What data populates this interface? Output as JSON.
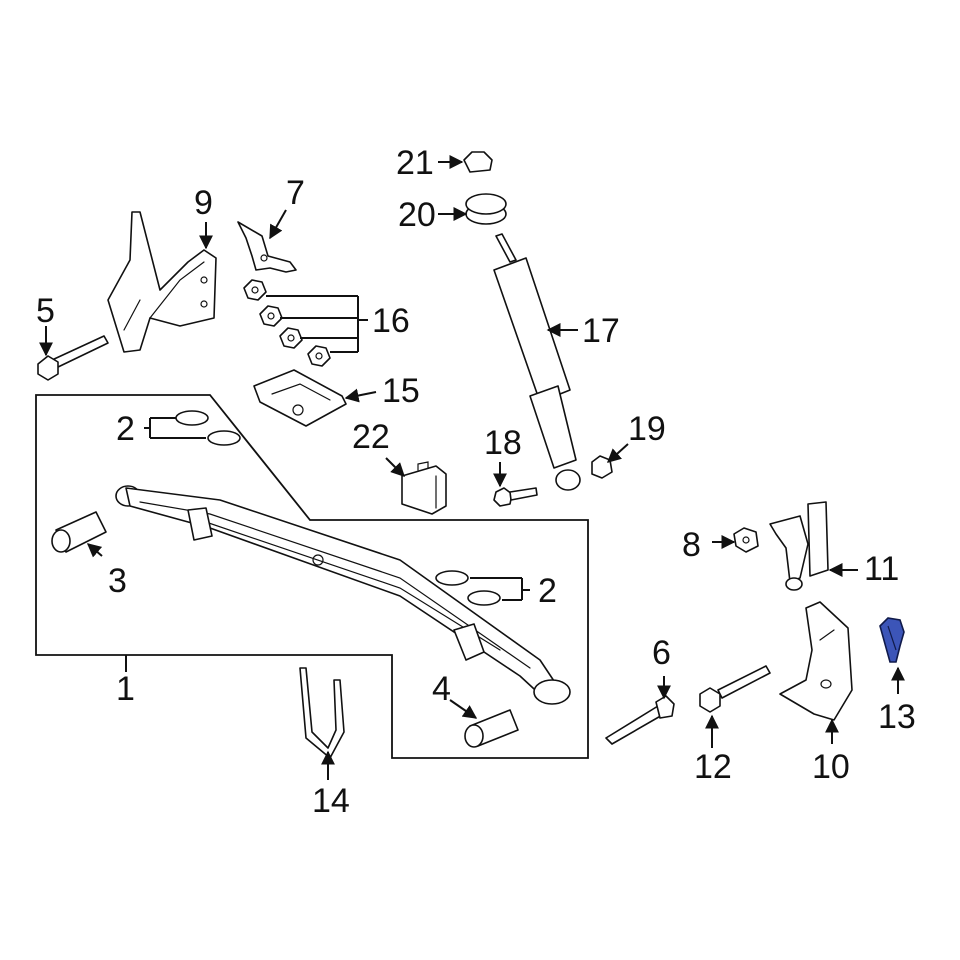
{
  "diagram": {
    "highlight_color": "#3c55b8",
    "highlighted_part": "13",
    "callouts": {
      "c1": "1",
      "c2a": "2",
      "c2b": "2",
      "c3": "3",
      "c4": "4",
      "c5": "5",
      "c6": "6",
      "c7": "7",
      "c8": "8",
      "c9": "9",
      "c10": "10",
      "c11": "11",
      "c12": "12",
      "c13": "13",
      "c14": "14",
      "c15": "15",
      "c16": "16",
      "c17": "17",
      "c18": "18",
      "c19": "19",
      "c20": "20",
      "c21": "21",
      "c22": "22"
    }
  }
}
